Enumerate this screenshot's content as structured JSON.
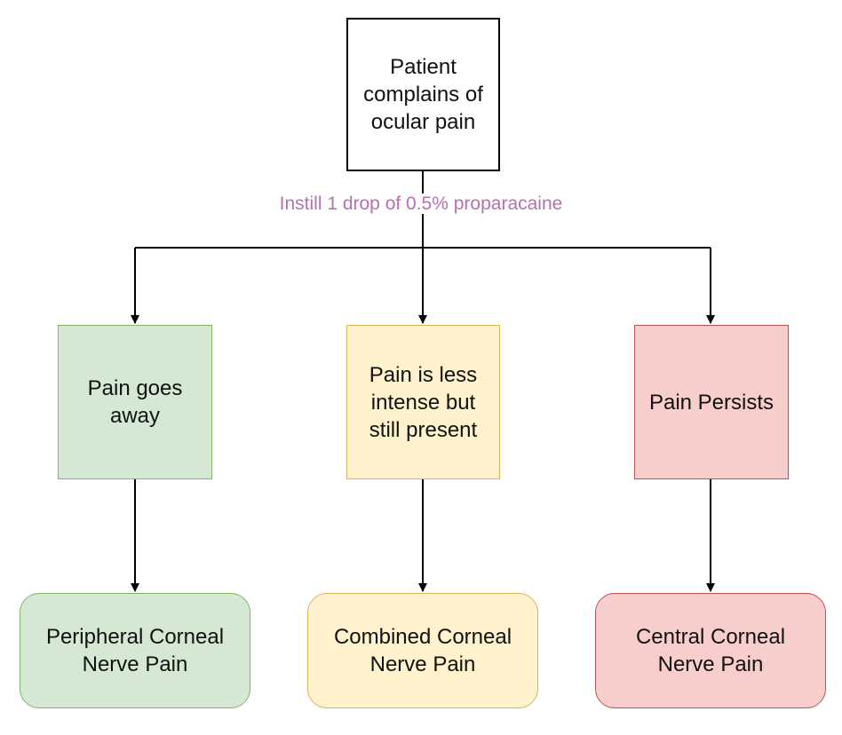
{
  "root": {
    "text": "Patient complains of ocular pain"
  },
  "edge_label": "Instill 1 drop of 0.5% proparacaine",
  "responses": [
    {
      "text": "Pain goes away",
      "fill": "#d5e8d4",
      "stroke": "#82b366"
    },
    {
      "text": "Pain is less intense but still present",
      "fill": "#fff2cc",
      "stroke": "#d6b656"
    },
    {
      "text": "Pain Persists",
      "fill": "#f8cecc",
      "stroke": "#b85450"
    }
  ],
  "outcomes": [
    {
      "text": "Peripheral Corneal Nerve Pain",
      "fill": "#d5e8d4",
      "stroke": "#82b366"
    },
    {
      "text": "Combined Corneal Nerve Pain",
      "fill": "#fff2cc",
      "stroke": "#d6b656"
    },
    {
      "text": "Central Corneal Nerve Pain",
      "fill": "#f8cecc",
      "stroke": "#b85450"
    }
  ],
  "colors": {
    "edge_label": "#b571b0",
    "line": "#000000"
  }
}
